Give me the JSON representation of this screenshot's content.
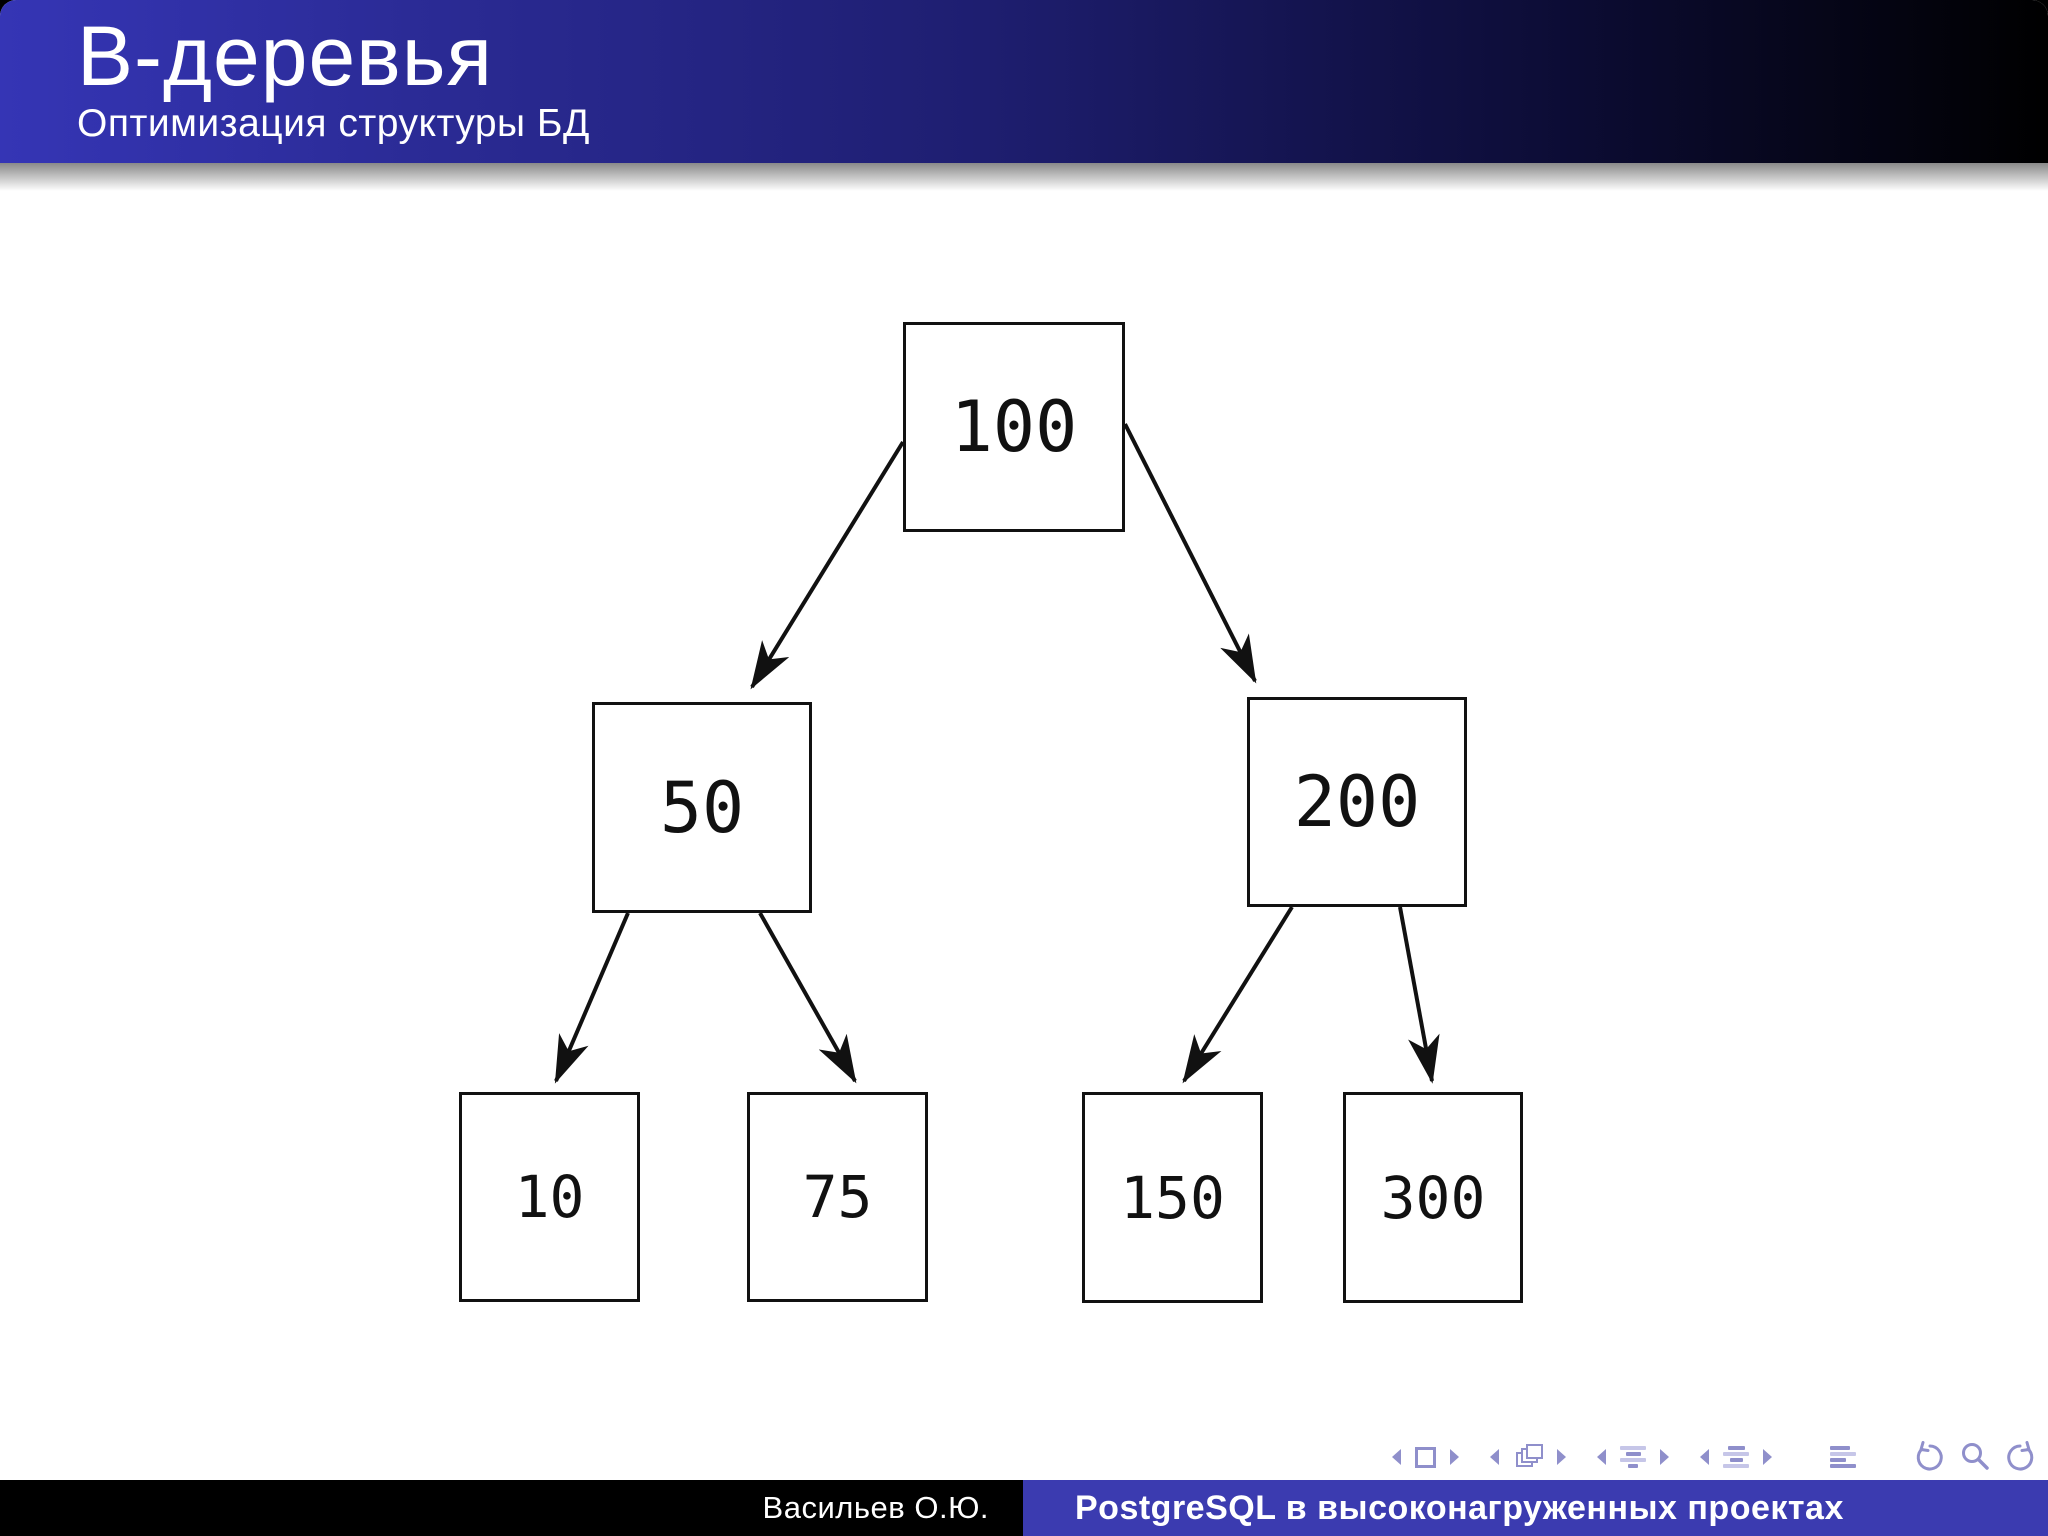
{
  "header": {
    "title": "В-деревья",
    "subtitle": "Оптимизация структуры БД"
  },
  "footer": {
    "author": "Васильев О.Ю.",
    "talk_title": "PostgreSQL в высоконагруженных проектах"
  },
  "tree": {
    "nodes": [
      {
        "id": "root",
        "value": "100"
      },
      {
        "id": "left",
        "value": "50"
      },
      {
        "id": "right",
        "value": "200"
      },
      {
        "id": "left-left",
        "value": "10"
      },
      {
        "id": "left-right",
        "value": "75"
      },
      {
        "id": "right-left",
        "value": "150"
      },
      {
        "id": "right-right",
        "value": "300"
      }
    ],
    "edges": [
      {
        "from": "100",
        "to": "50"
      },
      {
        "from": "100",
        "to": "200"
      },
      {
        "from": "50",
        "to": "10"
      },
      {
        "from": "50",
        "to": "75"
      },
      {
        "from": "200",
        "to": "150"
      },
      {
        "from": "200",
        "to": "300"
      }
    ]
  },
  "nav_icons": [
    "prev-slide",
    "slide",
    "next-slide",
    "prev-frame",
    "frame",
    "next-frame",
    "prev-subsection",
    "subsection",
    "next-subsection",
    "prev-section",
    "section",
    "next-section",
    "appendix",
    "go-back",
    "find",
    "go-forward"
  ],
  "colors": {
    "accent_blue": "#3b3bb0",
    "header_gradient_start": "#3535b5",
    "header_gradient_end": "#000000",
    "footer_left_bg": "#000000",
    "nav_icon": "#8f8fcb",
    "nav_icon_light": "#c6c6e8",
    "node_border": "#111111"
  }
}
